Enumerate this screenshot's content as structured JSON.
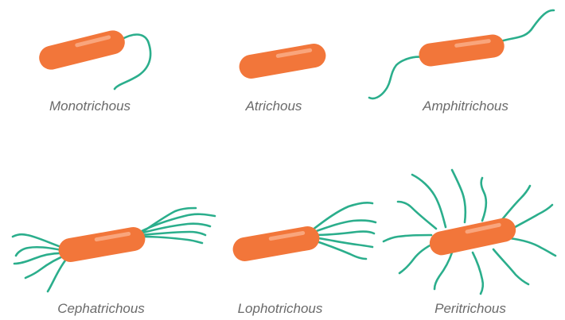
{
  "colors": {
    "body": "#F2763A",
    "highlight": "#F9A57C",
    "flagellum": "#2BAE8C",
    "caption": "#6A6A6A"
  },
  "bacteria": [
    {
      "id": "monotrichous",
      "caption": "Monotrichous"
    },
    {
      "id": "atrichous",
      "caption": "Atrichous"
    },
    {
      "id": "amphitrichous",
      "caption": "Amphitrichous"
    },
    {
      "id": "cephatrichous",
      "caption": "Cephatrichous"
    },
    {
      "id": "lophotrichous",
      "caption": "Lophotrichous"
    },
    {
      "id": "peritrichous",
      "caption": "Peritrichous"
    }
  ]
}
